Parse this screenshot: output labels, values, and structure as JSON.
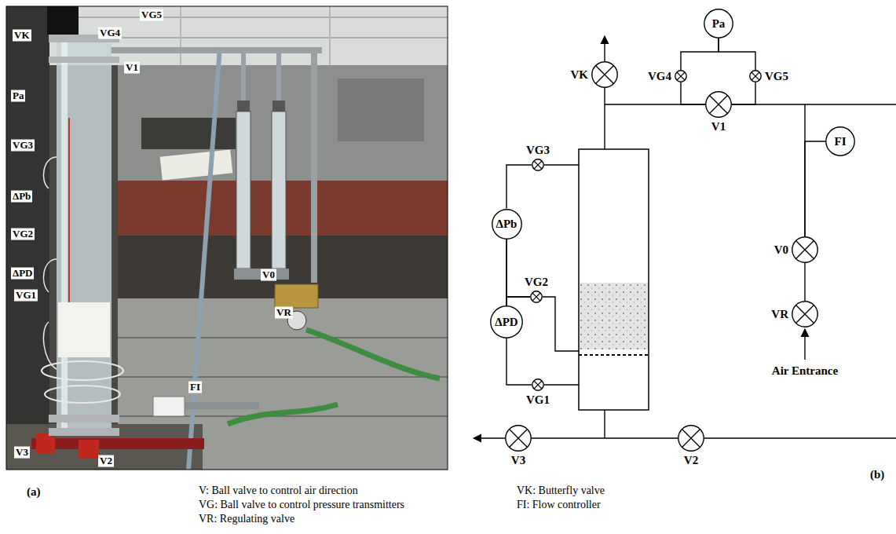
{
  "diagram": {
    "nodes": [
      {
        "text": [
          "Pa"
        ]
      },
      {
        "text": [
          "VK"
        ]
      },
      {
        "text": [
          "VG4"
        ]
      },
      {
        "text": [
          "VG5"
        ]
      },
      {
        "text": [
          "V1"
        ]
      },
      {
        "text": [
          "FI"
        ]
      },
      {
        "text": [
          "VG3"
        ]
      },
      {
        "text": [
          "ΔPb"
        ]
      },
      {
        "text": [
          "V0"
        ]
      },
      {
        "text": [
          "VG2"
        ]
      },
      {
        "text": [
          "ΔPD"
        ]
      },
      {
        "text": [
          "VR"
        ]
      },
      {
        "text": [
          "VG1"
        ]
      },
      {
        "text": [
          "V3"
        ]
      },
      {
        "text": [
          "V2"
        ]
      }
    ],
    "edges": [
      {
        "from": 0,
        "to": 2,
        "arrow": "none"
      },
      {
        "from": 0,
        "to": 3,
        "arrow": "none"
      },
      {
        "from": 1,
        "to": 4,
        "arrow": "none"
      },
      {
        "from": 2,
        "to": 4,
        "arrow": "none"
      },
      {
        "from": 4,
        "to": 3,
        "arrow": "none"
      },
      {
        "from": 4,
        "to": 8,
        "arrow": "none"
      },
      {
        "from": 5,
        "to": 8,
        "arrow": "none"
      },
      {
        "from": 8,
        "to": 11,
        "arrow": "none"
      },
      {
        "from": 6,
        "to": 7,
        "arrow": "none"
      },
      {
        "from": 7,
        "to": 10,
        "arrow": "none"
      },
      {
        "from": 7,
        "to": 9,
        "arrow": "none"
      },
      {
        "from": 10,
        "to": 9,
        "arrow": "none"
      },
      {
        "from": 10,
        "to": 12,
        "arrow": "none"
      },
      {
        "from": 13,
        "to": 14,
        "arrow": "none"
      }
    ],
    "labels": [
      "VK",
      "VG4",
      "VG5",
      "V1",
      "Pa",
      "VG3",
      "ΔPb",
      "VG2",
      "ΔPD",
      "VG1",
      "V0",
      "VR",
      "FI",
      "V3",
      "V2",
      "(a)",
      "V: Ball valve to control air direction",
      "VG: Ball valve to control pressure transmitters",
      "VR: Regulating valve",
      "VK: Butterfly valve",
      "FI: Flow controller",
      "Air Entrance",
      "(b)"
    ]
  }
}
